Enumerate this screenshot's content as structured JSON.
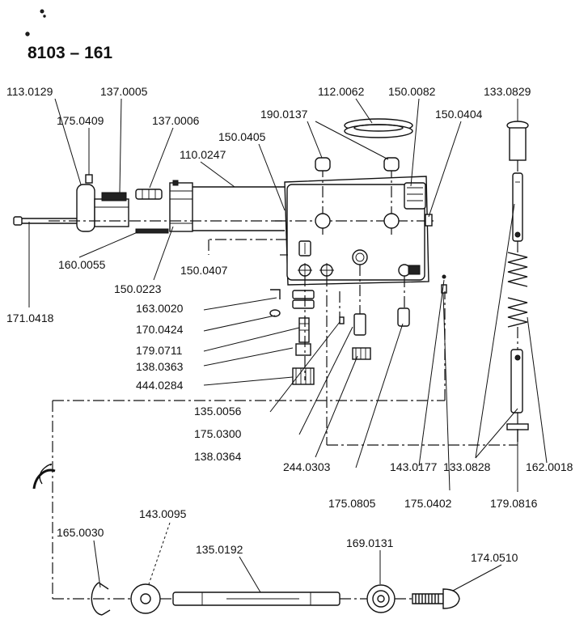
{
  "title": "8103 – 161",
  "labels": {
    "p113_0129": "113.0129",
    "p137_0005": "137.0005",
    "p175_0409": "175.0409",
    "p137_0006": "137.0006",
    "p110_0247": "110.0247",
    "p150_0405": "150.0405",
    "p190_0137": "190.0137",
    "p112_0062": "112.0062",
    "p150_0082": "150.0082",
    "p150_0404": "150.0404",
    "p133_0829": "133.0829",
    "p171_0418": "171.0418",
    "p160_0055": "160.0055",
    "p150_0223": "150.0223",
    "p150_0407": "150.0407",
    "p163_0020": "163.0020",
    "p170_0424": "170.0424",
    "p179_0711": "179.0711",
    "p138_0363": "138.0363",
    "p444_0284": "444.0284",
    "p135_0056": "135.0056",
    "p175_0300": "175.0300",
    "p138_0364": "138.0364",
    "p244_0303": "244.0303",
    "p143_0177": "143.0177",
    "p175_0805": "175.0805",
    "p175_0402": "175.0402",
    "p133_0828": "133.0828",
    "p162_0018": "162.0018",
    "p179_0816": "179.0816",
    "p165_0030": "165.0030",
    "p143_0095": "143.0095",
    "p135_0192": "135.0192",
    "p169_0131": "169.0131",
    "p174_0510": "174.0510"
  }
}
